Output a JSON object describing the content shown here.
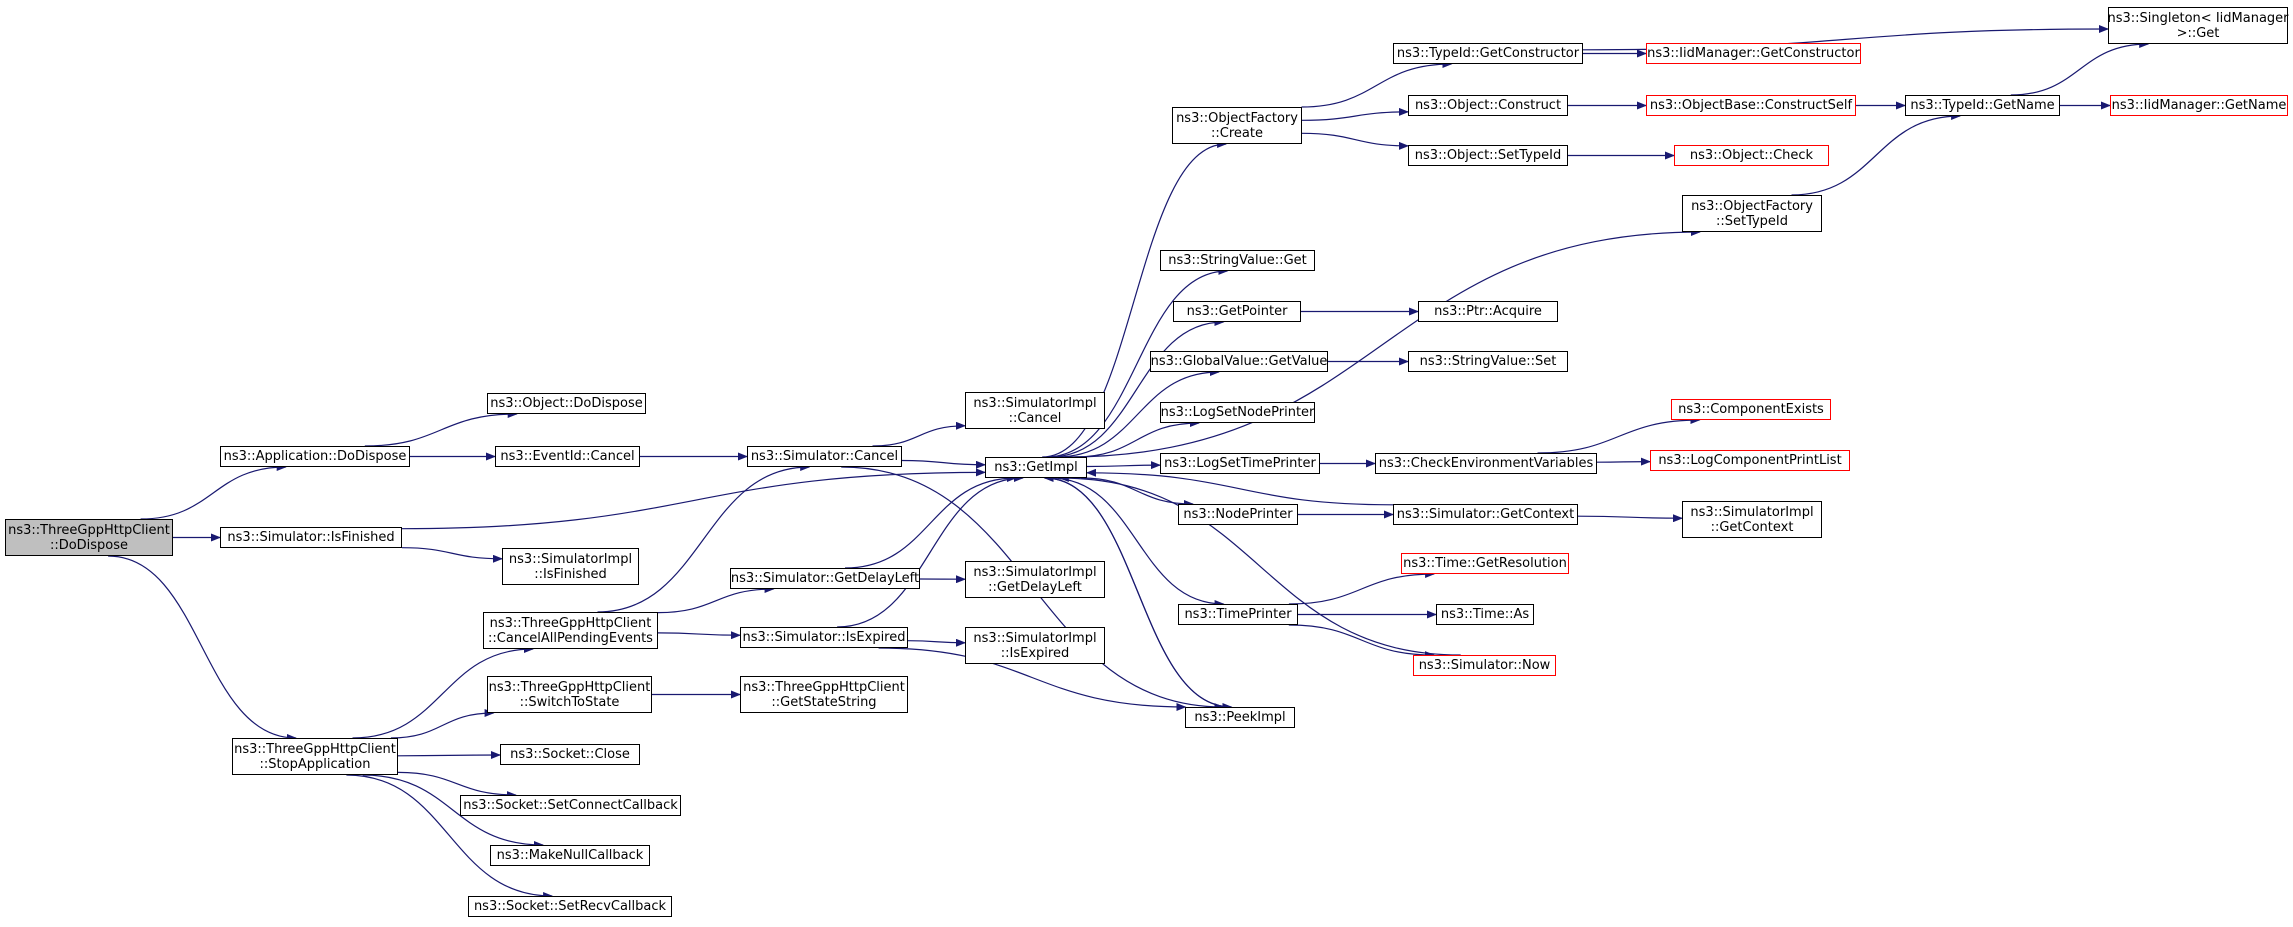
{
  "colors": {
    "edge": "#191970",
    "node_border": "#000000",
    "truncated_border": "#ff0000",
    "root_fill": "#bfbfbf"
  },
  "nodes": [
    {
      "id": "root",
      "lines": [
        "ns3::ThreeGppHttpClient",
        "::DoDispose"
      ],
      "root": true
    },
    {
      "id": "appDoDispose",
      "lines": [
        "ns3::Application::DoDispose"
      ]
    },
    {
      "id": "simIsFinished",
      "lines": [
        "ns3::Simulator::IsFinished"
      ]
    },
    {
      "id": "stopApp",
      "lines": [
        "ns3::ThreeGppHttpClient",
        "::StopApplication"
      ]
    },
    {
      "id": "objDoDispose",
      "lines": [
        "ns3::Object::DoDispose"
      ]
    },
    {
      "id": "eventCancel",
      "lines": [
        "ns3::EventId::Cancel"
      ]
    },
    {
      "id": "simCancel",
      "lines": [
        "ns3::Simulator::Cancel"
      ]
    },
    {
      "id": "implCancel",
      "lines": [
        "ns3::SimulatorImpl",
        "::Cancel"
      ]
    },
    {
      "id": "getImpl",
      "lines": [
        "ns3::GetImpl"
      ]
    },
    {
      "id": "implIsFinished",
      "lines": [
        "ns3::SimulatorImpl",
        "::IsFinished"
      ]
    },
    {
      "id": "cancelAll",
      "lines": [
        "ns3::ThreeGppHttpClient",
        "::CancelAllPendingEvents"
      ]
    },
    {
      "id": "switchState",
      "lines": [
        "ns3::ThreeGppHttpClient",
        "::SwitchToState"
      ]
    },
    {
      "id": "socketClose",
      "lines": [
        "ns3::Socket::Close"
      ]
    },
    {
      "id": "setConnect",
      "lines": [
        "ns3::Socket::SetConnectCallback"
      ]
    },
    {
      "id": "makeNull",
      "lines": [
        "ns3::MakeNullCallback"
      ]
    },
    {
      "id": "setRecv",
      "lines": [
        "ns3::Socket::SetRecvCallback"
      ]
    },
    {
      "id": "getDelayLeft",
      "lines": [
        "ns3::Simulator::GetDelayLeft"
      ]
    },
    {
      "id": "simIsExpired",
      "lines": [
        "ns3::Simulator::IsExpired"
      ]
    },
    {
      "id": "getStateString",
      "lines": [
        "ns3::ThreeGppHttpClient",
        "::GetStateString"
      ]
    },
    {
      "id": "implGetDelayLeft",
      "lines": [
        "ns3::SimulatorImpl",
        "::GetDelayLeft"
      ]
    },
    {
      "id": "implIsExpired",
      "lines": [
        "ns3::SimulatorImpl",
        "::IsExpired"
      ]
    },
    {
      "id": "peekImpl",
      "lines": [
        "ns3::PeekImpl"
      ]
    },
    {
      "id": "objFactCreate",
      "lines": [
        "ns3::ObjectFactory",
        "::Create"
      ]
    },
    {
      "id": "strValGet",
      "lines": [
        "ns3::StringValue::Get"
      ]
    },
    {
      "id": "getPointer",
      "lines": [
        "ns3::GetPointer"
      ]
    },
    {
      "id": "globalGetValue",
      "lines": [
        "ns3::GlobalValue::GetValue"
      ]
    },
    {
      "id": "logSetNode",
      "lines": [
        "ns3::LogSetNodePrinter"
      ]
    },
    {
      "id": "logSetTime",
      "lines": [
        "ns3::LogSetTimePrinter"
      ]
    },
    {
      "id": "nodePrinter",
      "lines": [
        "ns3::NodePrinter"
      ]
    },
    {
      "id": "timePrinter",
      "lines": [
        "ns3::TimePrinter"
      ]
    },
    {
      "id": "typeIdGetCons",
      "lines": [
        "ns3::TypeId::GetConstructor"
      ]
    },
    {
      "id": "objConstruct",
      "lines": [
        "ns3::Object::Construct"
      ]
    },
    {
      "id": "objSetTypeId",
      "lines": [
        "ns3::Object::SetTypeId"
      ]
    },
    {
      "id": "objFactSetTypeId",
      "lines": [
        "ns3::ObjectFactory",
        "::SetTypeId"
      ]
    },
    {
      "id": "ptrAcquire",
      "lines": [
        "ns3::Ptr::Acquire"
      ]
    },
    {
      "id": "strValSet",
      "lines": [
        "ns3::StringValue::Set"
      ]
    },
    {
      "id": "checkEnv",
      "lines": [
        "ns3::CheckEnvironmentVariables"
      ]
    },
    {
      "id": "simGetContext",
      "lines": [
        "ns3::Simulator::GetContext"
      ]
    },
    {
      "id": "timeGetRes",
      "lines": [
        "ns3::Time::GetResolution"
      ],
      "truncated": true
    },
    {
      "id": "timeAs",
      "lines": [
        "ns3::Time::As"
      ]
    },
    {
      "id": "simNow",
      "lines": [
        "ns3::Simulator::Now"
      ],
      "truncated": true
    },
    {
      "id": "iidGetCons",
      "lines": [
        "ns3::IidManager::GetConstructor"
      ],
      "truncated": true
    },
    {
      "id": "objBaseConstruct",
      "lines": [
        "ns3::ObjectBase::ConstructSelf"
      ],
      "truncated": true
    },
    {
      "id": "objCheck",
      "lines": [
        "ns3::Object::Check"
      ],
      "truncated": true
    },
    {
      "id": "compExists",
      "lines": [
        "ns3::ComponentExists"
      ],
      "truncated": true
    },
    {
      "id": "logCompPrint",
      "lines": [
        "ns3::LogComponentPrintList"
      ],
      "truncated": true
    },
    {
      "id": "implGetContext",
      "lines": [
        "ns3::SimulatorImpl",
        "::GetContext"
      ]
    },
    {
      "id": "singletonGet",
      "lines": [
        "ns3::Singleton< IidManager",
        ">::Get"
      ]
    },
    {
      "id": "typeIdGetName",
      "lines": [
        "ns3::TypeId::GetName"
      ]
    },
    {
      "id": "iidGetName",
      "lines": [
        "ns3::IidManager::GetName"
      ],
      "truncated": true
    }
  ],
  "edges": [
    [
      "root",
      "appDoDispose"
    ],
    [
      "root",
      "simIsFinished"
    ],
    [
      "root",
      "stopApp"
    ],
    [
      "appDoDispose",
      "objDoDispose"
    ],
    [
      "appDoDispose",
      "eventCancel"
    ],
    [
      "eventCancel",
      "simCancel"
    ],
    [
      "simCancel",
      "implCancel"
    ],
    [
      "simCancel",
      "getImpl"
    ],
    [
      "simCancel",
      "peekImpl"
    ],
    [
      "simIsFinished",
      "getImpl"
    ],
    [
      "simIsFinished",
      "implIsFinished"
    ],
    [
      "stopApp",
      "cancelAll"
    ],
    [
      "stopApp",
      "switchState"
    ],
    [
      "stopApp",
      "socketClose"
    ],
    [
      "stopApp",
      "setConnect"
    ],
    [
      "stopApp",
      "makeNull"
    ],
    [
      "stopApp",
      "setRecv"
    ],
    [
      "cancelAll",
      "simCancel"
    ],
    [
      "cancelAll",
      "getDelayLeft"
    ],
    [
      "cancelAll",
      "simIsExpired"
    ],
    [
      "switchState",
      "getStateString"
    ],
    [
      "getDelayLeft",
      "getImpl"
    ],
    [
      "getDelayLeft",
      "implGetDelayLeft"
    ],
    [
      "simIsExpired",
      "getImpl"
    ],
    [
      "simIsExpired",
      "implIsExpired"
    ],
    [
      "simIsExpired",
      "peekImpl"
    ],
    [
      "getImpl",
      "objFactCreate"
    ],
    [
      "getImpl",
      "objFactSetTypeId"
    ],
    [
      "getImpl",
      "strValGet"
    ],
    [
      "getImpl",
      "getPointer"
    ],
    [
      "getImpl",
      "globalGetValue"
    ],
    [
      "getImpl",
      "logSetNode"
    ],
    [
      "getImpl",
      "logSetTime"
    ],
    [
      "getImpl",
      "nodePrinter"
    ],
    [
      "getImpl",
      "timePrinter"
    ],
    [
      "getImpl",
      "peekImpl"
    ],
    [
      "peekImpl",
      "getImpl"
    ],
    [
      "simGetContext",
      "getImpl"
    ],
    [
      "simNow",
      "getImpl"
    ],
    [
      "objFactCreate",
      "typeIdGetCons"
    ],
    [
      "objFactCreate",
      "objConstruct"
    ],
    [
      "objFactCreate",
      "objSetTypeId"
    ],
    [
      "typeIdGetCons",
      "iidGetCons"
    ],
    [
      "typeIdGetCons",
      "singletonGet"
    ],
    [
      "objConstruct",
      "objBaseConstruct"
    ],
    [
      "objBaseConstruct",
      "typeIdGetName"
    ],
    [
      "objSetTypeId",
      "objCheck"
    ],
    [
      "objFactSetTypeId",
      "typeIdGetName"
    ],
    [
      "typeIdGetName",
      "singletonGet"
    ],
    [
      "typeIdGetName",
      "iidGetName"
    ],
    [
      "getPointer",
      "ptrAcquire"
    ],
    [
      "globalGetValue",
      "strValSet"
    ],
    [
      "logSetTime",
      "checkEnv"
    ],
    [
      "checkEnv",
      "compExists"
    ],
    [
      "checkEnv",
      "logCompPrint"
    ],
    [
      "nodePrinter",
      "simGetContext"
    ],
    [
      "simGetContext",
      "implGetContext"
    ],
    [
      "timePrinter",
      "timeGetRes"
    ],
    [
      "timePrinter",
      "timeAs"
    ],
    [
      "timePrinter",
      "simNow"
    ]
  ]
}
